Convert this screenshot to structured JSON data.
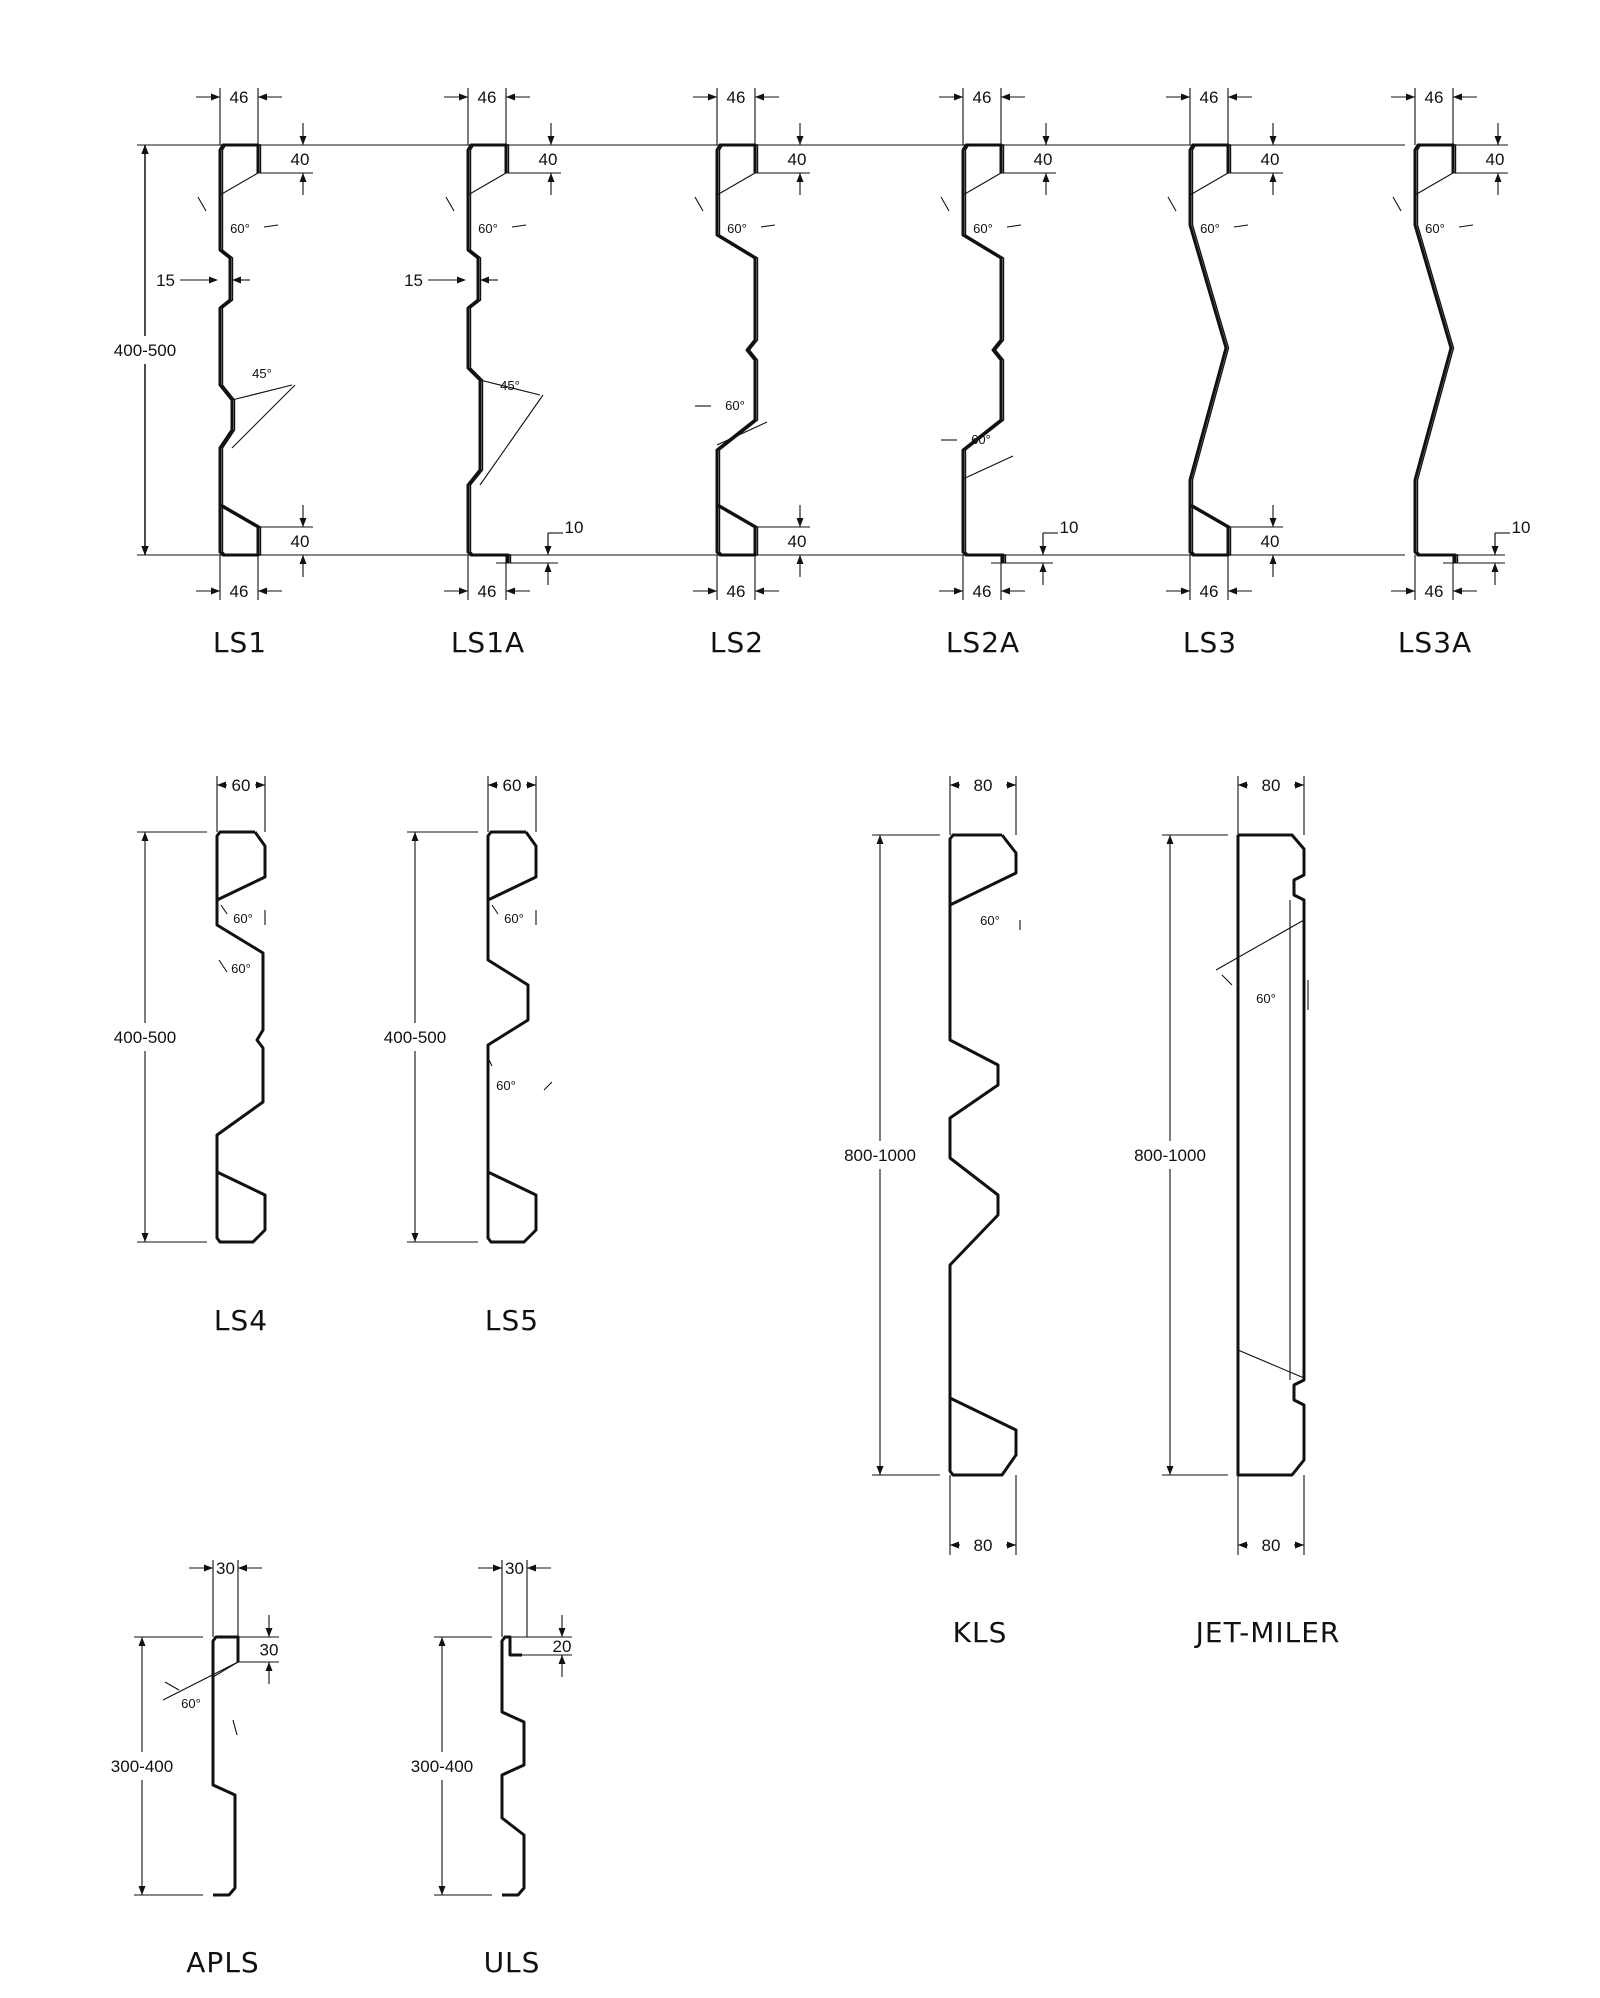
{
  "texts": {
    "d46": "46",
    "d40": "40",
    "d60deg": "60°",
    "d45deg": "45°",
    "d15": "15",
    "d10": "10",
    "d60": "60",
    "d80": "80",
    "d30": "30",
    "d20": "20",
    "r400_500": "400-500",
    "r800_1000": "800-1000",
    "r300_400": "300-400"
  },
  "profiles": [
    {
      "id": "ls1",
      "label": "LS1"
    },
    {
      "id": "ls1a",
      "label": "LS1A"
    },
    {
      "id": "ls2",
      "label": "LS2"
    },
    {
      "id": "ls2a",
      "label": "LS2A"
    },
    {
      "id": "ls3",
      "label": "LS3"
    },
    {
      "id": "ls3a",
      "label": "LS3A"
    },
    {
      "id": "ls4",
      "label": "LS4"
    },
    {
      "id": "ls5",
      "label": "LS5"
    },
    {
      "id": "kls",
      "label": "KLS"
    },
    {
      "id": "jet",
      "label": "JET-MILER"
    },
    {
      "id": "apls",
      "label": "APLS"
    },
    {
      "id": "uls",
      "label": "ULS"
    }
  ]
}
